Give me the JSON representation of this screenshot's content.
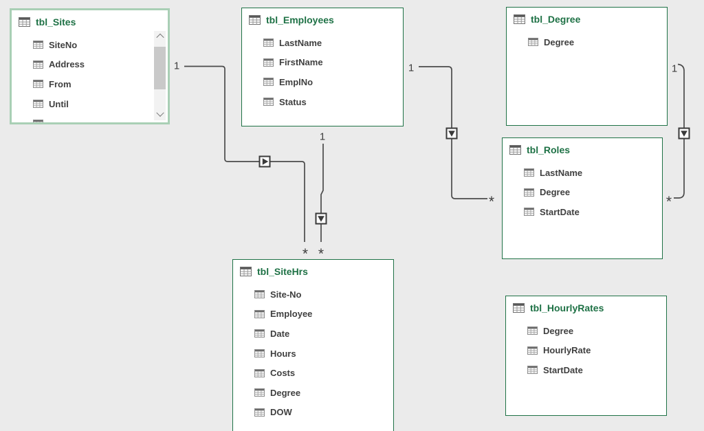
{
  "colors": {
    "canvas_background": "#ebebeb",
    "table_border_green": "#1e7145",
    "title_green": "#1e7145",
    "selected_outline_green": "#a9cfb5",
    "field_text": "#3f3f3f",
    "relationship_line": "#4a4a4a"
  },
  "tables": [
    {
      "title": "tbl_Sites",
      "selected": true,
      "scrollable": true,
      "fields": [
        "SiteNo",
        "Address",
        "From",
        "Until"
      ],
      "clipped_extra_field": true
    },
    {
      "title": "tbl_Employees",
      "selected": false,
      "fields": [
        "LastName",
        "FirstName",
        "EmplNo",
        "Status"
      ]
    },
    {
      "title": "tbl_Degree",
      "selected": false,
      "fields": [
        "Degree"
      ]
    },
    {
      "title": "tbl_Roles",
      "selected": false,
      "fields": [
        "LastName",
        "Degree",
        "StartDate"
      ]
    },
    {
      "title": "tbl_SiteHrs",
      "selected": false,
      "fields": [
        "Site-No",
        "Employee",
        "Date",
        "Hours",
        "Costs",
        "Degree",
        "DOW"
      ]
    },
    {
      "title": "tbl_HourlyRates",
      "selected": false,
      "fields": [
        "Degree",
        "HourlyRate",
        "StartDate"
      ]
    }
  ],
  "relationships": [
    {
      "from": "tbl_Sites",
      "to": "tbl_SiteHrs",
      "from_cardinality": "1",
      "to_cardinality": "*"
    },
    {
      "from": "tbl_Employees",
      "to": "tbl_SiteHrs",
      "from_cardinality": "1",
      "to_cardinality": "*"
    },
    {
      "from": "tbl_Employees",
      "to": "tbl_Roles",
      "from_cardinality": "1",
      "to_cardinality": "*"
    },
    {
      "from": "tbl_Degree",
      "to": "tbl_Roles",
      "from_cardinality": "1",
      "to_cardinality": "*"
    }
  ]
}
